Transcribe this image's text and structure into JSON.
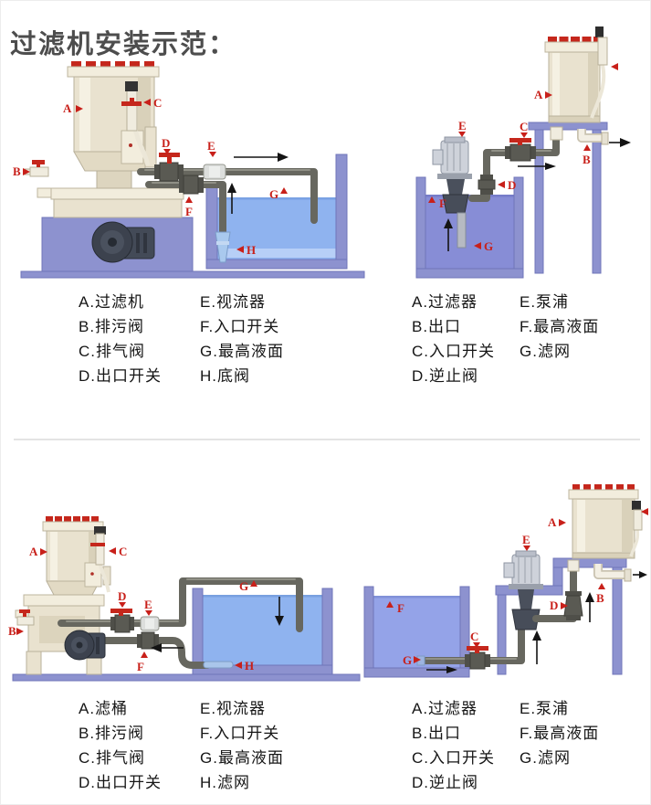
{
  "title": "过滤机安装示范：",
  "colors": {
    "label_red": "#c8201a",
    "clip_red": "#c5271c",
    "purple_structure": "#8d92cf",
    "water_light_blue": "#8fb3ef",
    "water_periwinkle": "#878dd6",
    "water_lavender": "#94a3e8",
    "tank_cream": "#e9e2cf",
    "pipe_gray": "#67675f",
    "title_gray": "#4d4d4d"
  },
  "d1": {
    "labels": {
      "A": "A",
      "B": "B",
      "C": "C",
      "D": "D",
      "E": "E",
      "F": "F",
      "G": "G",
      "H": "H"
    }
  },
  "d2": {
    "labels": {
      "A": "A",
      "B": "B",
      "C": "C",
      "D": "D",
      "E": "E",
      "F": "F",
      "G": "G"
    }
  },
  "d3": {
    "labels": {
      "A": "A",
      "B": "B",
      "C": "C",
      "D": "D",
      "E": "E",
      "F": "F",
      "G": "G",
      "H": "H"
    }
  },
  "d4": {
    "labels": {
      "A": "A",
      "B": "B",
      "C": "C",
      "D": "D",
      "E": "E",
      "F": "F",
      "G": "G"
    }
  },
  "legends": {
    "l1": {
      "left": [
        "A.过滤机",
        "B.排污阀",
        "C.排气阀",
        "D.出口开关"
      ],
      "right": [
        "E.视流器",
        "F.入口开关",
        "G.最高液面",
        "H.底阀"
      ]
    },
    "l2": {
      "left": [
        "A.过滤器",
        "B.出口",
        "C.入口开关",
        "D.逆止阀"
      ],
      "right": [
        "E.泵浦",
        "F.最高液面",
        "G.滤网"
      ]
    },
    "l3": {
      "left": [
        "A.滤桶",
        "B.排污阀",
        "C.排气阀",
        "D.出口开关"
      ],
      "right": [
        "E.视流器",
        "F.入口开关",
        "G.最高液面",
        "H.滤网"
      ]
    },
    "l4": {
      "left": [
        "A.过滤器",
        "B.出口",
        "C.入口开关",
        "D.逆止阀"
      ],
      "right": [
        "E.泵浦",
        "F.最高液面",
        "G.滤网"
      ]
    }
  }
}
